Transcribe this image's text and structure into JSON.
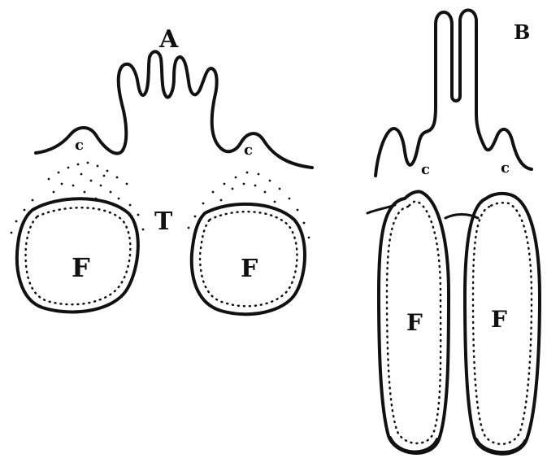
{
  "labels": {
    "panel_a": "A",
    "panel_b": "B",
    "crypt": "c",
    "tissue": "T",
    "follicle": "F"
  }
}
